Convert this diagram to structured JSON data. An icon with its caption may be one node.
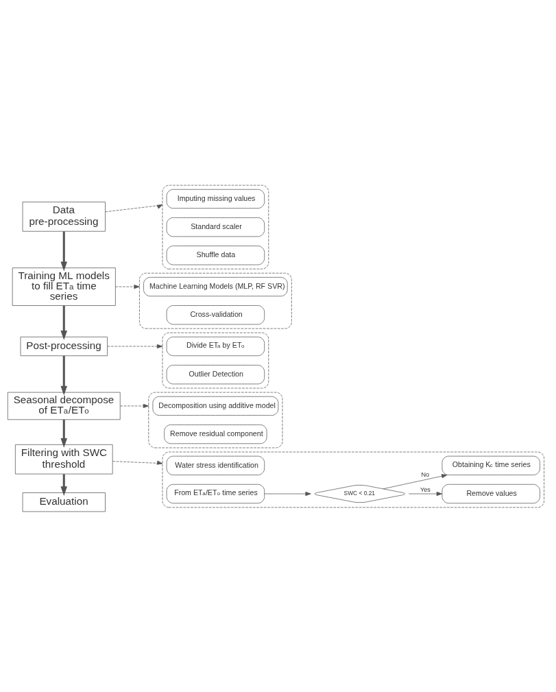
{
  "diagram": {
    "nodes": [
      {
        "text": [
          "Data pre-processing"
        ]
      },
      {
        "text": [],
        "shape": "box"
      },
      {
        "text": [
          "Imputing missing values"
        ],
        "in": 1
      },
      {
        "text": [
          "Standard scaler"
        ],
        "in": 1
      },
      {
        "text": [
          "Shuffle data"
        ],
        "in": 1
      },
      {
        "text": [
          "Training ML models to fill ET$_{a}$ time series"
        ]
      },
      {
        "text": [],
        "shape": "box"
      },
      {
        "text": [
          "Machine Learning Models (MLP, RF SVR)"
        ],
        "in": 6
      },
      {
        "text": [
          "Cross-validation"
        ],
        "in": 6
      },
      {
        "text": [
          "Post-processing"
        ]
      },
      {
        "text": [],
        "shape": "box"
      },
      {
        "text": [
          "Divide ET$_{a}$ by ET$_{o}$"
        ],
        "in": 10
      },
      {
        "text": [
          "Outlier Detection"
        ],
        "in": 10
      },
      {
        "text": [
          "Seasonal decompose of ET$_{a}$/ET$_{o}$"
        ]
      },
      {
        "text": [],
        "shape": "box"
      },
      {
        "text": [
          "Decomposition using additive model"
        ],
        "in": 14
      },
      {
        "text": [
          "Remove residual component"
        ],
        "in": 14
      },
      {
        "text": [
          "Filtering with SWC threshold"
        ]
      },
      {
        "text": [],
        "shape": "box"
      },
      {
        "text": [
          "Water stress identification"
        ],
        "in": 18
      },
      {
        "text": [
          "From ET$_{a}$/ET$_{o}$ time series"
        ],
        "in": 18
      },
      {
        "text": [
          "SWC < 0.21"
        ],
        "in": 18
      },
      {
        "text": [
          "Remove values"
        ],
        "in": 18
      },
      {
        "text": [
          "Obtaining K$_{c}$ time series"
        ],
        "in": 18
      },
      {
        "text": [
          "Evaluation"
        ]
      }
    ],
    "edges": [
      {
        "from": 0,
        "to": 5,
        "arrow": "to",
        "style": "thick"
      },
      {
        "from": 5,
        "to": 9,
        "arrow": "to",
        "style": "thick"
      },
      {
        "from": 9,
        "to": 13,
        "arrow": "to",
        "style": "thick"
      },
      {
        "from": 13,
        "to": 17,
        "arrow": "to",
        "style": "thick"
      },
      {
        "from": 17,
        "to": 24,
        "arrow": "to",
        "style": "thick"
      },
      {
        "from": 0,
        "to": 1,
        "arrow": "to",
        "style": "dashed"
      },
      {
        "from": 5,
        "to": 6,
        "arrow": "to",
        "style": "dashed"
      },
      {
        "from": 9,
        "to": 10,
        "arrow": "to",
        "style": "dashed"
      },
      {
        "from": 13,
        "to": 14,
        "arrow": "to",
        "style": "dashed"
      },
      {
        "from": 17,
        "to": 18,
        "arrow": "to",
        "style": "dashed"
      },
      {
        "from": 20,
        "to": 21,
        "arrow": "to"
      },
      {
        "from": 21,
        "to": 22,
        "arrow": "to",
        "label": "Yes"
      },
      {
        "from": 21,
        "to": 23,
        "arrow": "to",
        "label": "No"
      }
    ]
  }
}
